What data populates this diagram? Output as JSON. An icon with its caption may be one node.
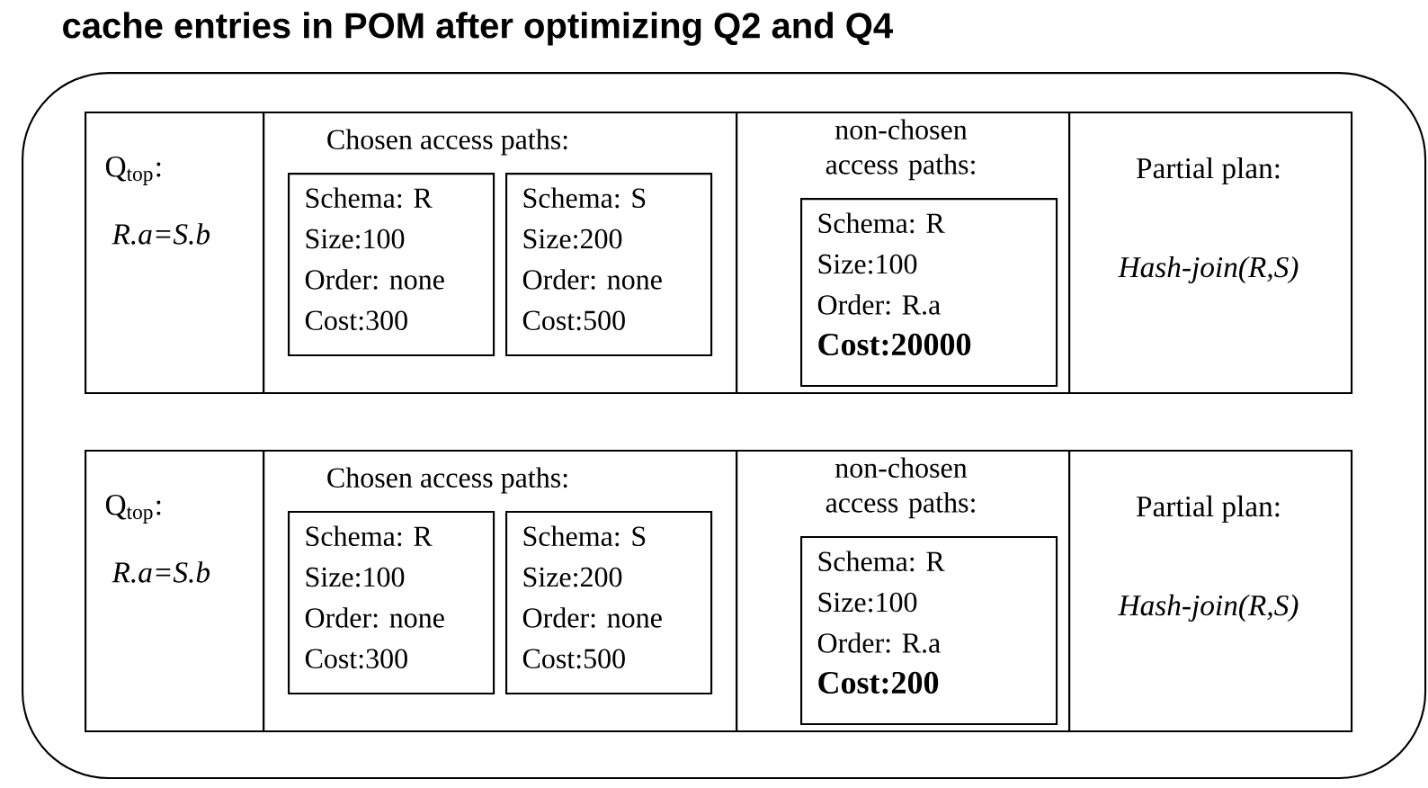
{
  "diagram": {
    "title": "cache entries in POM after optimizing Q2 and Q4",
    "nodes": [
      {
        "text": [],
        "shape": "box"
      },
      {
        "text": [
          "Q$_{top}$:",
          "R.a=S.b"
        ],
        "in": 0
      },
      {
        "text": [
          "Chosen access paths:"
        ],
        "in": 0
      },
      {
        "text": [
          "Schema: R",
          "Size:100",
          "Order: none",
          "Cost:300"
        ],
        "in": 2
      },
      {
        "text": [
          "Schema: S",
          "Size:200",
          "Order: none",
          "Cost:500"
        ],
        "in": 2
      },
      {
        "text": [
          "non-chosen access paths:"
        ],
        "in": 0
      },
      {
        "text": [
          "Schema: R",
          "Size:100",
          "Order: R.a",
          "Cost:20000"
        ],
        "in": 5
      },
      {
        "text": [
          "Partial plan:",
          "Hash-join(R,S)"
        ],
        "in": 0
      },
      {
        "text": [
          "Q$_{top}$:",
          "R.a=S.b"
        ],
        "in": 0
      },
      {
        "text": [
          "Chosen access paths:"
        ],
        "in": 0
      },
      {
        "text": [
          "Schema: R",
          "Size:100",
          "Order: none",
          "Cost:300"
        ],
        "in": 9
      },
      {
        "text": [
          "Schema: S",
          "Size:200",
          "Order: none",
          "Cost:500"
        ],
        "in": 9
      },
      {
        "text": [
          "non-chosen access paths:"
        ],
        "in": 0
      },
      {
        "text": [
          "Schema: R",
          "Size:100",
          "Order: R.a",
          "Cost:200"
        ],
        "in": 12
      },
      {
        "text": [
          "Partial plan:",
          "Hash-join(R,S)"
        ],
        "in": 0
      }
    ]
  }
}
